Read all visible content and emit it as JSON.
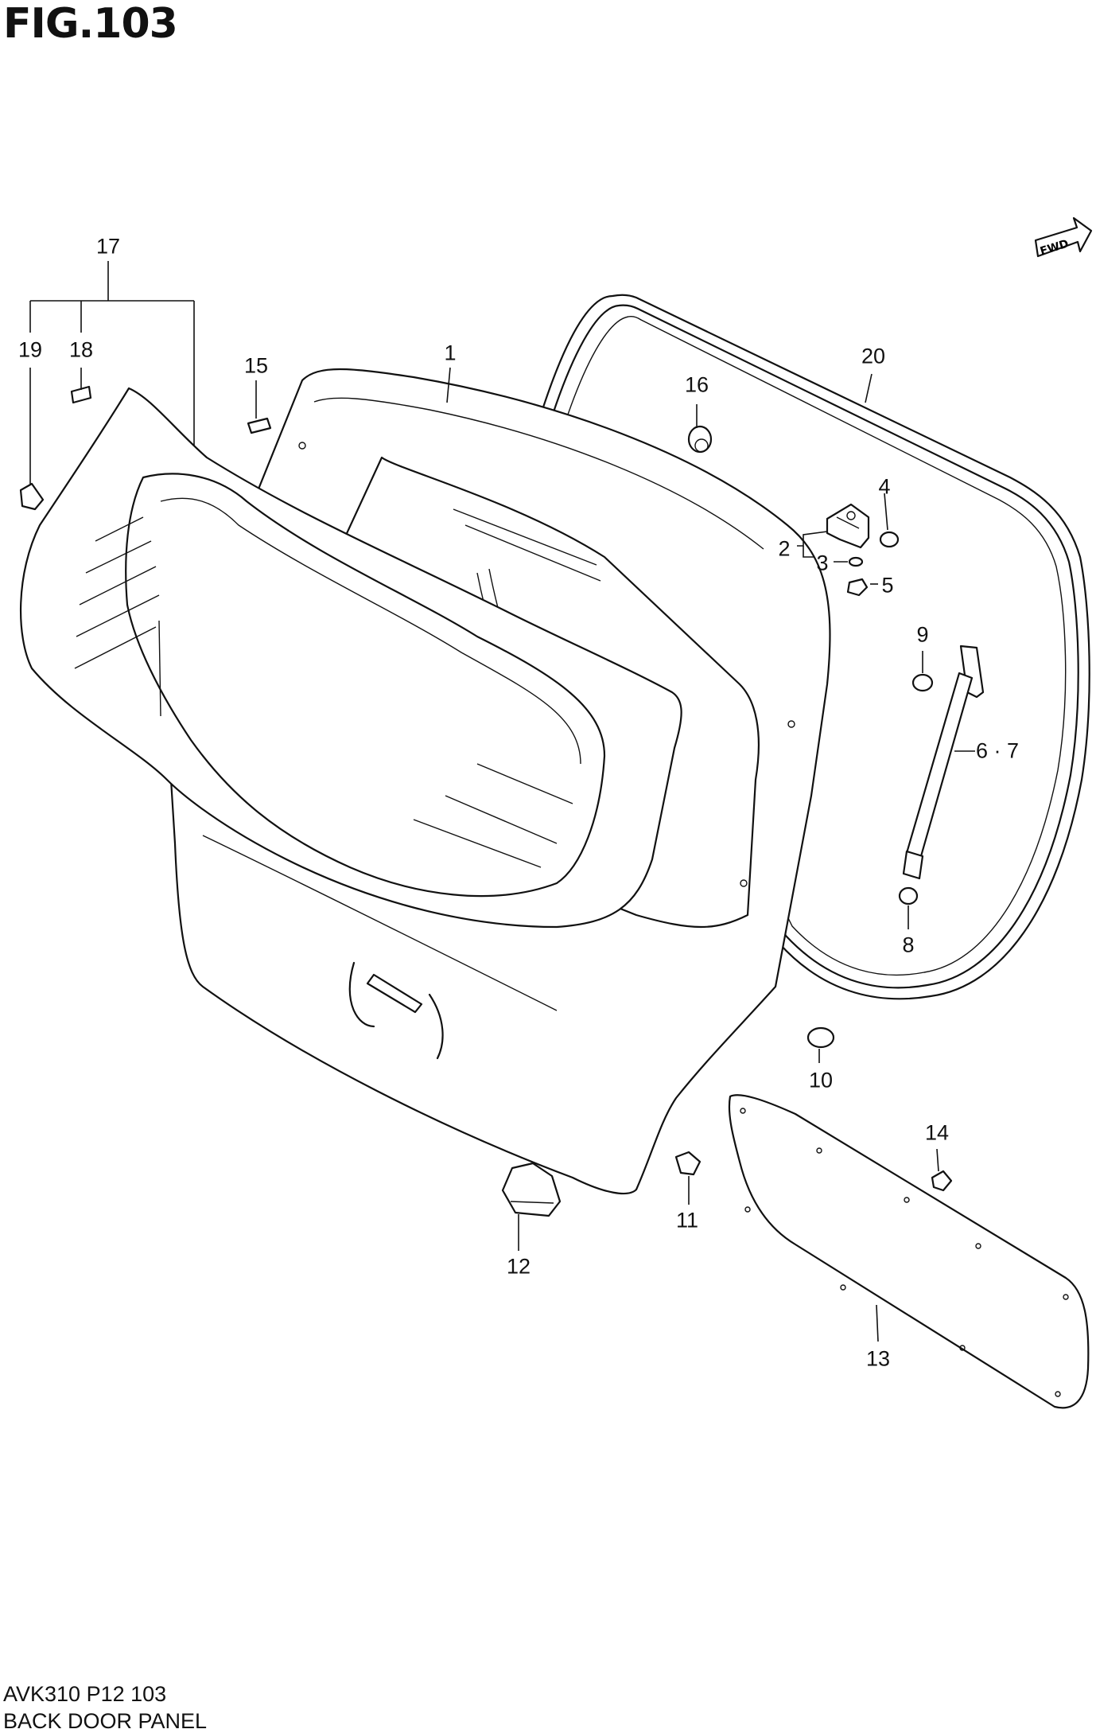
{
  "figure": {
    "title": "FIG.103",
    "code": "AVK310 P12 103",
    "name": "BACK DOOR PANEL",
    "fwd_label": "FWD"
  },
  "callouts": [
    {
      "id": "17",
      "label": "17"
    },
    {
      "id": "19",
      "label": "19"
    },
    {
      "id": "18",
      "label": "18"
    },
    {
      "id": "15",
      "label": "15"
    },
    {
      "id": "1",
      "label": "1"
    },
    {
      "id": "20",
      "label": "20"
    },
    {
      "id": "16",
      "label": "16"
    },
    {
      "id": "4",
      "label": "4"
    },
    {
      "id": "2",
      "label": "2"
    },
    {
      "id": "3",
      "label": "3"
    },
    {
      "id": "5",
      "label": "5"
    },
    {
      "id": "9",
      "label": "9"
    },
    {
      "id": "67",
      "label": "6 · 7"
    },
    {
      "id": "8",
      "label": "8"
    },
    {
      "id": "10",
      "label": "10"
    },
    {
      "id": "14",
      "label": "14"
    },
    {
      "id": "11",
      "label": "11"
    },
    {
      "id": "12",
      "label": "12"
    },
    {
      "id": "13",
      "label": "13"
    }
  ]
}
